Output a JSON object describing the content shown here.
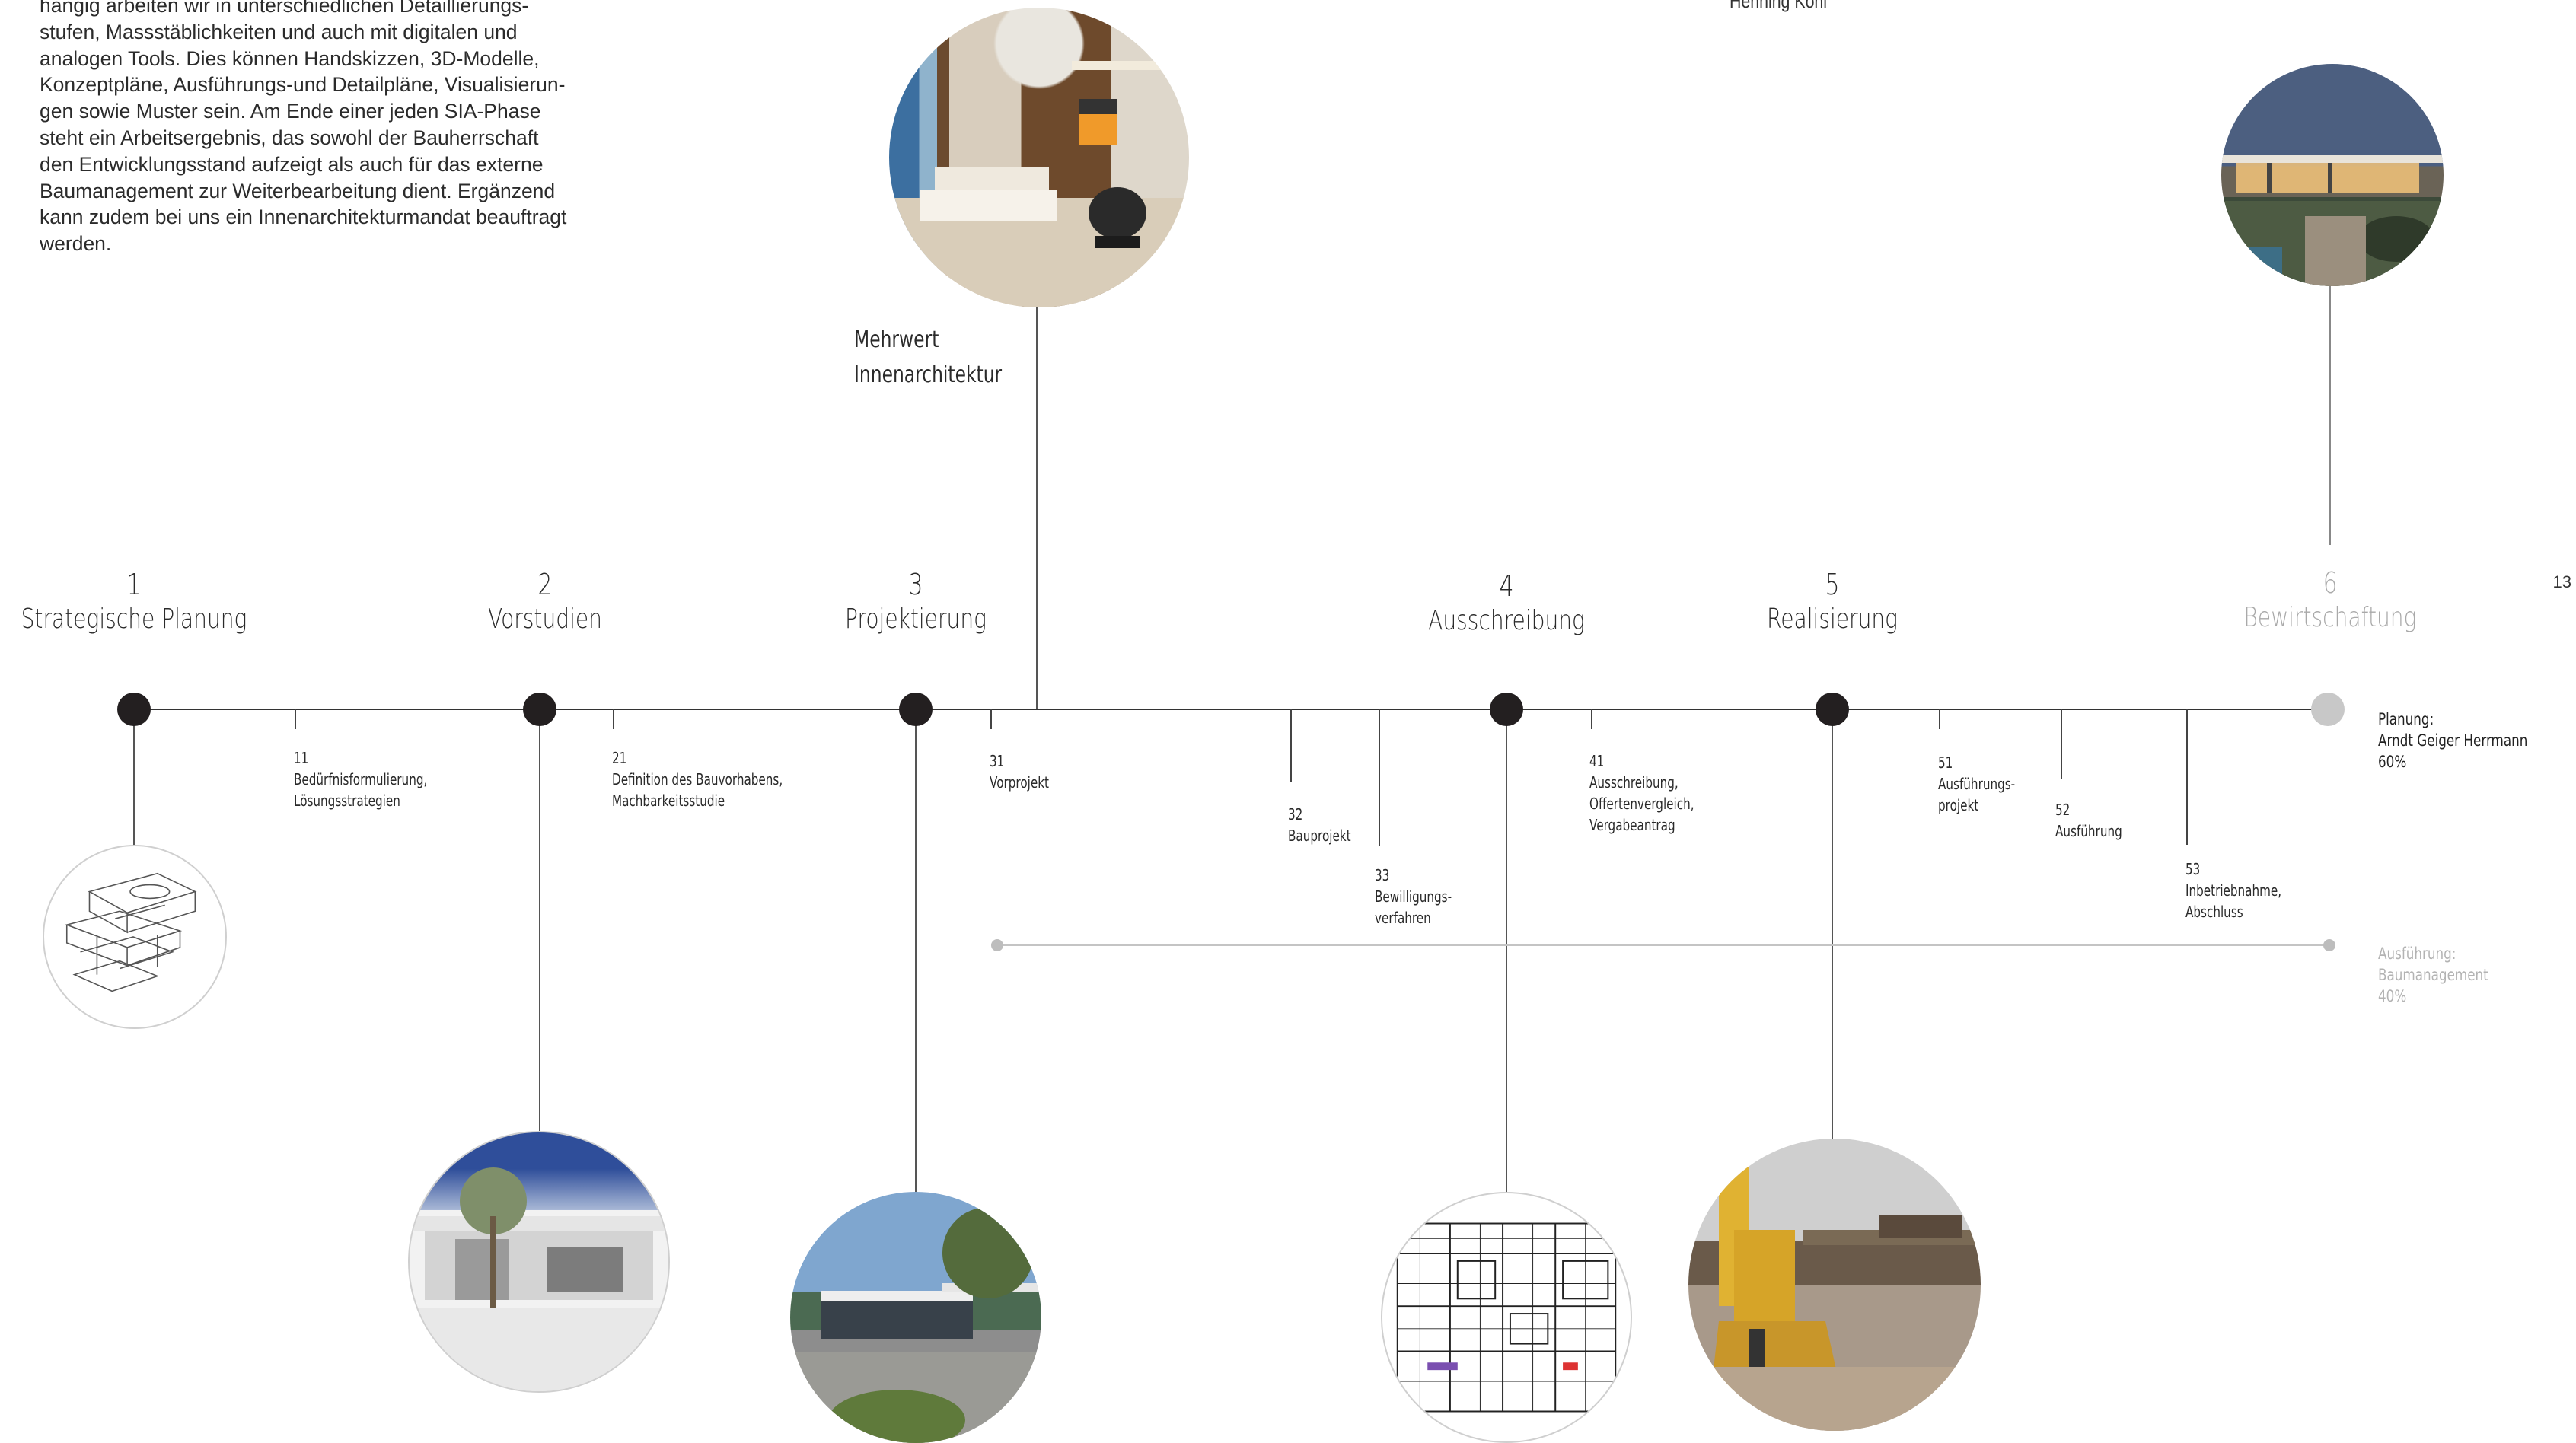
{
  "intro": {
    "lines": [
      "hängig arbeiten wir in unterschiedlichen Detaillierungs-",
      "stufen, Massstäblichkeiten und auch mit digitalen und",
      "analogen Tools. Dies können Handskizzen, 3D-Modelle,",
      "Konzeptpläne, Ausführungs-und Detailpläne, Visualisierun-",
      "gen sowie Muster sein. Am Ende einer jeden SIA-Phase",
      "steht ein Arbeitsergebnis, das sowohl der Bauherrschaft",
      "den Entwicklungsstand aufzeigt als auch für das externe",
      "Baumanagement zur Weiterbearbeitung dient. Ergänzend",
      "kann zudem bei uns ein Innenarchitekturmandat beauftragt",
      "werden."
    ]
  },
  "top_name": "Henning Kohl",
  "page_number": "13",
  "phases": [
    {
      "num": "1",
      "name": "Strategische Planung"
    },
    {
      "num": "2",
      "name": "Vorstudien"
    },
    {
      "num": "3",
      "name": "Projektierung"
    },
    {
      "num": "4",
      "name": "Ausschreibung"
    },
    {
      "num": "5",
      "name": "Realisierung"
    },
    {
      "num": "6",
      "name": "Bewirtschaftung"
    }
  ],
  "subphases": [
    {
      "lines": [
        "11",
        "Bedürfnisformulierung,",
        "Lösungsstrategien"
      ]
    },
    {
      "lines": [
        "21",
        "Definition des Bauvorhabens,",
        "Machbarkeitsstudie"
      ]
    },
    {
      "lines": [
        "31",
        "Vorprojekt"
      ]
    },
    {
      "lines": [
        "32",
        "Bauprojekt"
      ]
    },
    {
      "lines": [
        "33",
        "Bewilligungs-",
        "verfahren"
      ]
    },
    {
      "lines": [
        "41",
        "Ausschreibung,",
        "Offertenvergleich,",
        "Vergabeantrag"
      ]
    },
    {
      "lines": [
        "51",
        "Ausführungs-",
        "projekt"
      ]
    },
    {
      "lines": [
        "52",
        "Ausführung"
      ]
    },
    {
      "lines": [
        "53",
        "Inbetriebnahme,",
        "Abschluss"
      ]
    }
  ],
  "planung_share": {
    "lines": [
      "Planung:",
      "Arndt Geiger Herrmann",
      "60%"
    ]
  },
  "ausfuehrung_share": {
    "lines": [
      "Ausführung:",
      "Baumanagement",
      "40%"
    ]
  },
  "mehrwert": {
    "lines": [
      "Mehrwert",
      "Innenarchitektur"
    ]
  },
  "colors": {
    "line": "#333333",
    "node": "#231f20",
    "muted": "#b3b3b3",
    "text": "#222222"
  },
  "images": [
    "sketch-model-image",
    "interior-living-room-image",
    "villa-evening-image",
    "vorstudien-render-image",
    "projektierung-render-image",
    "ausschreibung-plan-image",
    "construction-excavator-image"
  ]
}
